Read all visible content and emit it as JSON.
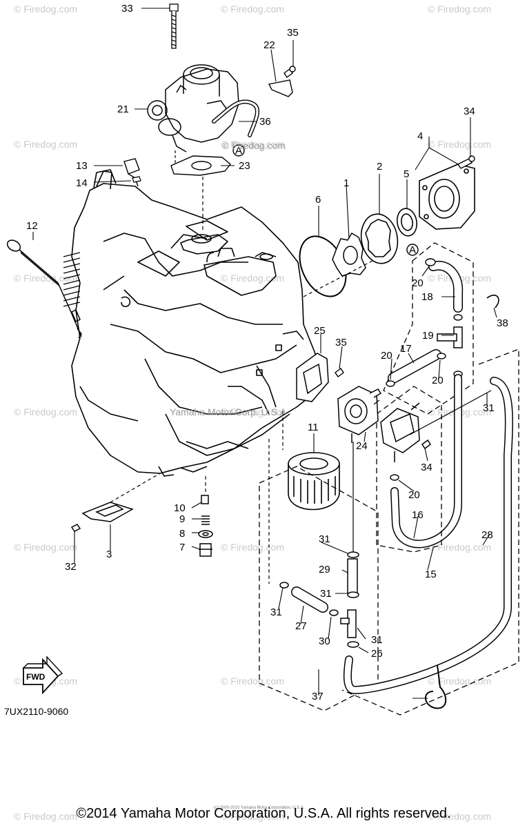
{
  "diagram": {
    "watermark": "© Firedog.com",
    "center_watermark": "© Firedog.com",
    "inline_copyright": "Yamaha Motor Corp. U.S.A.",
    "fwd_label": "FWD",
    "drawing_code": "7UX2110-9060",
    "tiny_notice": "(c) 2000-2015 Yamaha Motor Corporation, U.S.A.",
    "copyright": "©2014 Yamaha Motor Corporation, U.S.A. All rights reserved.",
    "reference_mark": "A"
  },
  "callouts": [
    "33",
    "35",
    "22",
    "21",
    "36",
    "13",
    "14",
    "23",
    "34",
    "4",
    "2",
    "1",
    "5",
    "6",
    "12",
    "20",
    "18",
    "38",
    "19",
    "17",
    "25",
    "35",
    "20",
    "20",
    "31",
    "11",
    "24",
    "34",
    "20",
    "16",
    "15",
    "28",
    "10",
    "9",
    "8",
    "7",
    "3",
    "32",
    "31",
    "29",
    "31",
    "31",
    "27",
    "30",
    "31",
    "26",
    "37"
  ]
}
